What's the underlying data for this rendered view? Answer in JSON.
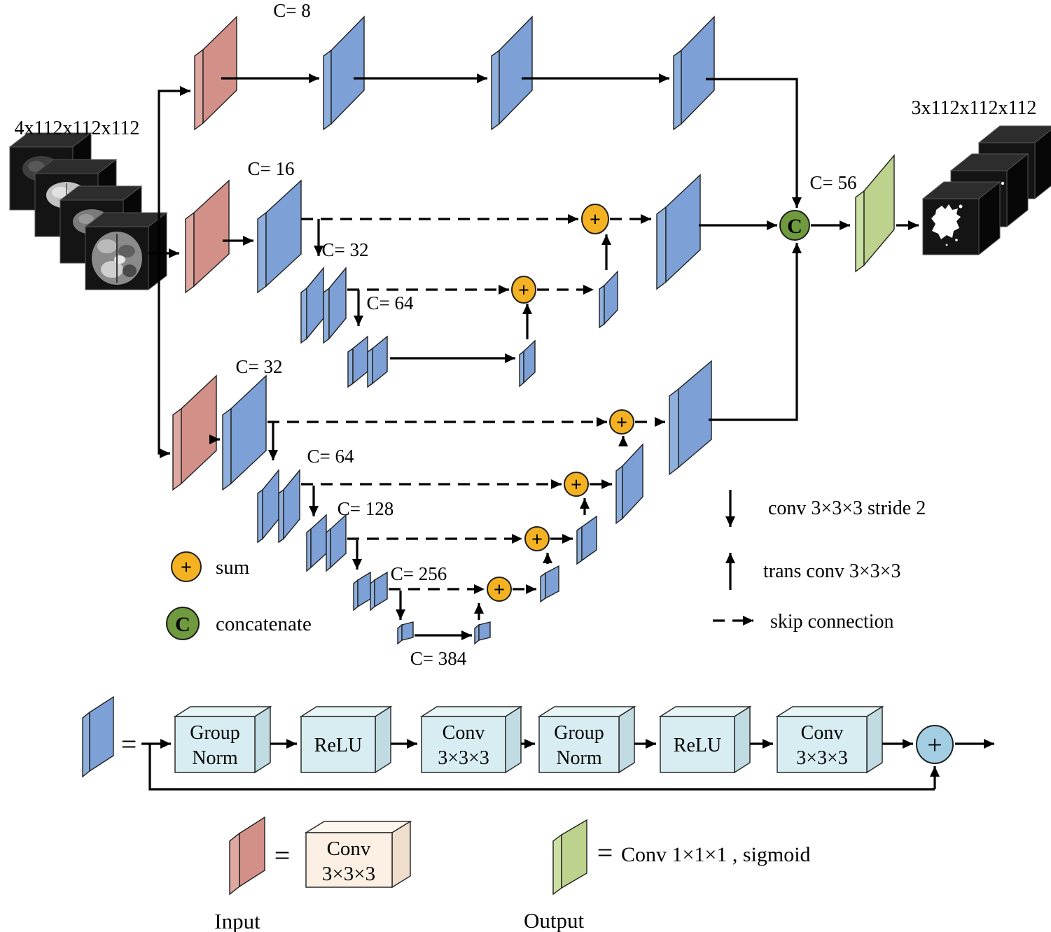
{
  "figure": {
    "input_dim": "4x112x112x112",
    "output_dim": "3x112x112x112"
  },
  "channels": {
    "row1": "C= 8",
    "row2_l1": "C= 16",
    "row2_l2": "C= 32",
    "row2_l3": "C= 64",
    "row3_l1": "C= 32",
    "row3_l2": "C= 64",
    "row3_l3": "C= 128",
    "row3_l4": "C= 256",
    "row3_l5": "C= 384",
    "concat_out": "C= 56"
  },
  "symbols": {
    "sum": "+",
    "concat": "C",
    "equals": "="
  },
  "legend": {
    "sum": "sum",
    "concat": "concatenate",
    "conv_stride": "conv 3×3×3 stride 2",
    "trans_conv": "trans conv 3×3×3",
    "skip": "skip connection"
  },
  "residual_block": {
    "boxes": [
      {
        "l1": "Group",
        "l2": "Norm"
      },
      {
        "l1": "ReLU",
        "l2": ""
      },
      {
        "l1": "Conv",
        "l2": "3×3×3"
      },
      {
        "l1": "Group",
        "l2": "Norm"
      },
      {
        "l1": "ReLU",
        "l2": ""
      },
      {
        "l1": "Conv",
        "l2": "3×3×3"
      }
    ]
  },
  "input_legend": {
    "box_l1": "Conv",
    "box_l2": "3×3×3",
    "caption": "Input"
  },
  "output_legend": {
    "text": "Conv 1×1×1 , sigmoid",
    "caption": "Output"
  },
  "colors": {
    "block_blue": "#7da0d6",
    "block_blue_side": "#8fb0dc",
    "block_pink": "#d29089",
    "block_pink_side": "#dfa8a1",
    "block_green": "#bdd28c",
    "block_green_side": "#cde0a3",
    "sum_fill": "#f4b223",
    "concat_fill": "#6f9a3d",
    "residual_plus_fill": "#a3cde2",
    "box_cyan": "#d8edf2",
    "box_cyan_top": "#e7f5f7",
    "box_cyan_side": "#c1dbe3",
    "box_peach": "#fbf0e3",
    "box_peach_top": "#fdf7ef",
    "box_peach_side": "#efdecb",
    "cube_front": "#141414",
    "cube_top": "#2d2d2d",
    "cube_side": "#070707",
    "line": "#000000"
  }
}
